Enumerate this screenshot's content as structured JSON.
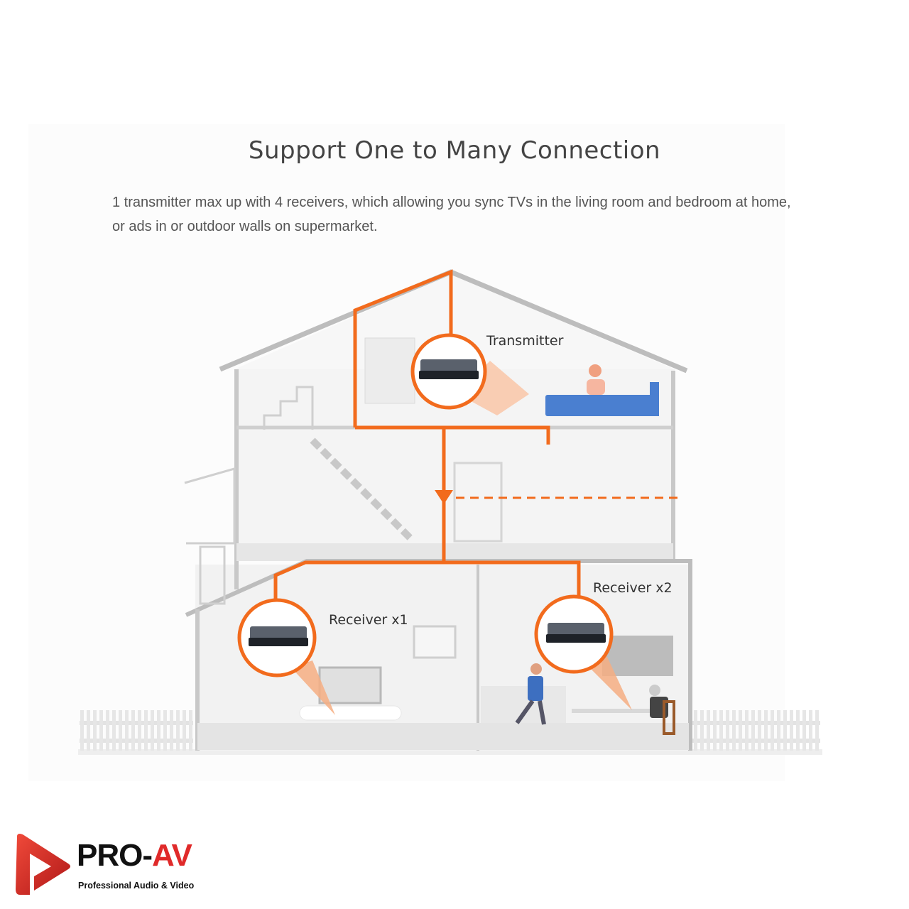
{
  "header": {
    "title": "Support One to Many Connection",
    "description": "1 transmitter max up with 4 receivers, which allowing you sync TVs in the living room and bedroom at home, or ads in or outdoor walls on supermarket."
  },
  "diagram": {
    "labels": {
      "transmitter": "Transmitter",
      "receiver1": "Receiver x1",
      "receiver2": "Receiver x2"
    },
    "colors": {
      "accent": "#f26b1d",
      "wall": "#bdbdbd",
      "device": "#2b2f36"
    }
  },
  "logo": {
    "brand_prefix": "PRO-",
    "brand_suffix": "AV",
    "tagline": "Professional Audio & Video",
    "color": "#e02a2a"
  }
}
